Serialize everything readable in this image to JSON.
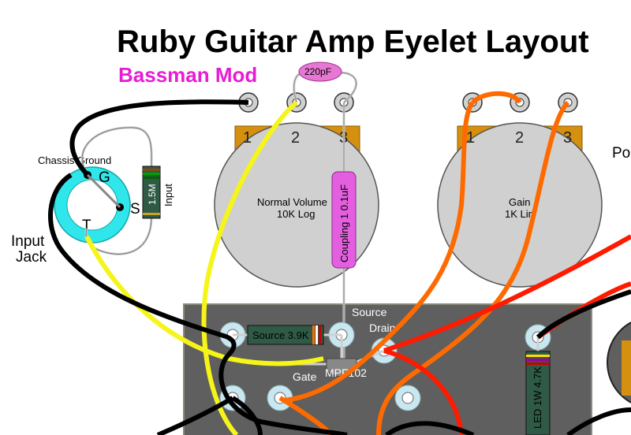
{
  "title": "Ruby Guitar Amp Eyelet Layout",
  "subtitle": "Bassman Mod",
  "colors": {
    "subtitle": "#e81cd4",
    "board": "#5f5f5f",
    "pot_body": "#d0d0d0",
    "pot_tab": "#d4900e",
    "jack_ring": "#2fe6ea",
    "wire_black": "#000000",
    "wire_yellow": "#f5f51a",
    "wire_orange": "#ff6a00",
    "wire_red": "#ff1a00",
    "cap_pink": "#e35fe0",
    "cap_220": "#e678d4",
    "eyelet": "#c9e7f1"
  },
  "capacitor_220": {
    "label": "220pF"
  },
  "normal_volume": {
    "name": "Normal Volume",
    "value": "10K Log",
    "pins": [
      "1",
      "2",
      "3"
    ]
  },
  "gain": {
    "name": "Gain",
    "value": "1K Lin",
    "pins": [
      "1",
      "2",
      "3"
    ]
  },
  "right_edge_label": "Po",
  "jack": {
    "label_line1": "Input",
    "label_line2": "Jack",
    "chassis_ground": "Chassis Ground",
    "g": "G",
    "s": "S",
    "t": "T"
  },
  "input_resistor": {
    "value": "1.5M",
    "label": "Input"
  },
  "coupling_cap": {
    "label": "Coupling 1 0.1uF"
  },
  "board": {
    "source_label": "Source",
    "drain_label": "Drain",
    "gate_label": "Gate",
    "source_resistor": "Source 3.9K",
    "transistor": "MPF102",
    "led_resistor": "LED 1W 4.7K"
  }
}
